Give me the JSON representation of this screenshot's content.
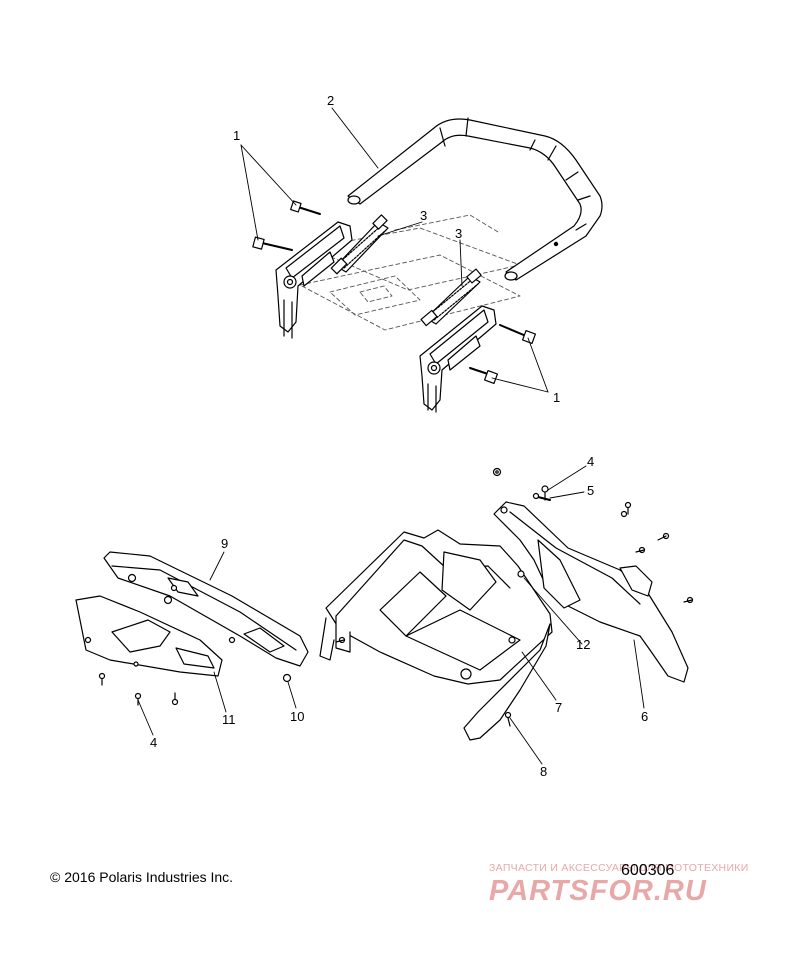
{
  "diagram": {
    "callouts": {
      "c1a": "1",
      "c1b": "1",
      "c2": "2",
      "c3a": "3",
      "c3b": "3",
      "c4a": "4",
      "c4b": "4",
      "c5": "5",
      "c6": "6",
      "c7": "7",
      "c8": "8",
      "c9": "9",
      "c10": "10",
      "c11": "11",
      "c12": "12"
    },
    "copyright": "© 2016 Polaris Industries Inc.",
    "diagram_number": "600306"
  },
  "watermark": {
    "top_text": "ЗАПЧАСТИ И АКСЕССУАРЫ ДЛЯ МОТОТЕХНИКИ",
    "logo_text": "PARTSFOR.RU",
    "color": "#e8a8a8"
  },
  "colors": {
    "line": "#000000",
    "fill": "#ffffff",
    "dash": "#555555"
  }
}
